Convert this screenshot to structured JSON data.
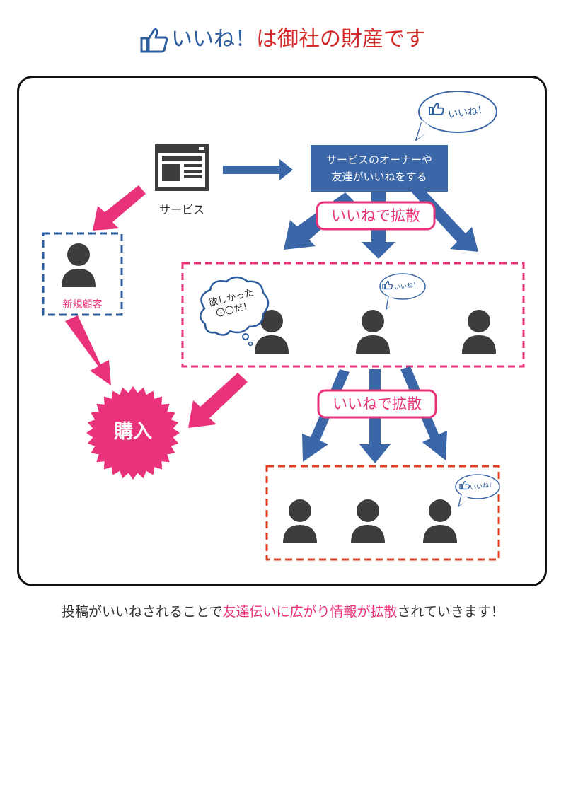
{
  "title": {
    "icon": "thumbs-up-icon",
    "part_blue": "いいね！",
    "part_red": "は御社の財産です"
  },
  "diagram": {
    "service_label": "サービス",
    "owner_box": {
      "line1": "サービスのオーナーや",
      "line2": "友達がいいねをする"
    },
    "spread_label": "いいねで拡散",
    "new_customer_label": "新規顧客",
    "purchase_label": "購入",
    "like_bubble_text": "いいね！",
    "want_bubble": {
      "line1": "欲しかった",
      "line2": "〇〇だ！"
    }
  },
  "caption": {
    "part1": "投稿がいいねされることで",
    "highlight": "友達伝いに広がり情報が拡散",
    "part2": "されていきます！"
  },
  "colors": {
    "blue": "#3b66a8",
    "pink": "#e8337a",
    "red_orange": "#e0401f",
    "person": "#3d3d3d",
    "title_blue": "#2e5d9e",
    "title_red": "#d42a2a"
  }
}
